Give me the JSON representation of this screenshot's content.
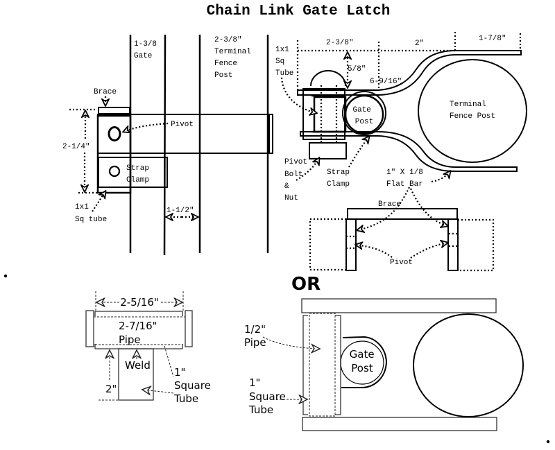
{
  "title": "Chain Link Gate Latch",
  "separator": "OR",
  "side_view": {
    "labels": {
      "gate": [
        "1-3/8",
        "Gate"
      ],
      "terminal_post": [
        "2-3/8\"",
        "Terminal",
        "Fence",
        "Post"
      ],
      "brace": "Brace",
      "pivot": "Pivot",
      "height_dim": "2-1/4\"",
      "strap_clamp": [
        "Strap",
        "Clamp"
      ],
      "sq_tube": [
        "1x1",
        "Sq tube"
      ],
      "gap_dim": "1-1/2\""
    }
  },
  "top_view": {
    "labels": {
      "sq_tube": [
        "1x1",
        "Sq",
        "Tube"
      ],
      "dim_1": "2-3/8\"",
      "dim_2": "2\"",
      "dim_3": "1-7/8\"",
      "dim_offset": "5/8\"",
      "dim_total": "6-9/16\"",
      "gate_post": [
        "Gate",
        "Post"
      ],
      "terminal_post": [
        "Terminal",
        "Fence Post"
      ],
      "pivot_bolt": [
        "Pivot",
        "Bolt",
        "&",
        "Nut"
      ],
      "strap_clamp": [
        "Strap",
        "Clamp"
      ],
      "flat_bar": [
        "1\" X 1/8",
        "Flat Bar"
      ]
    }
  },
  "front_view": {
    "labels": {
      "brace": "Brace",
      "pivot": "Pivot"
    }
  },
  "alt_pipe_view": {
    "labels": {
      "outer_dim": "2-5/16\"",
      "pipe": [
        "2-7/16\"",
        "Pipe"
      ],
      "weld": "Weld",
      "height_dim": "2\"",
      "square_tube": [
        "1\"",
        "Square",
        "Tube"
      ]
    }
  },
  "alt_top_view": {
    "labels": {
      "half_pipe": [
        "1/2\"",
        "Pipe"
      ],
      "square_tube": [
        "1\"",
        "Square",
        "Tube"
      ],
      "gate_post": [
        "Gate",
        "Post"
      ]
    }
  }
}
